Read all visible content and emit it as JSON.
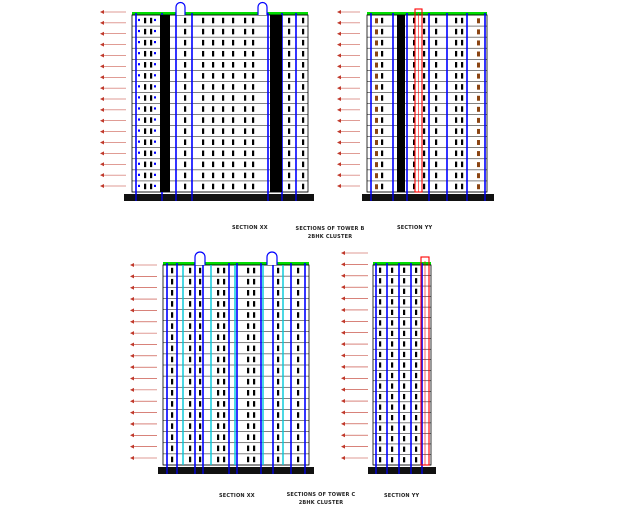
{
  "sheet": {
    "top_group": {
      "caption_xx": "SECTION XX",
      "title_line1": "SECTIONS OF TOWER B",
      "title_line2": "2BHK CLUSTER",
      "caption_yy": "SECTION YY"
    },
    "bottom_group": {
      "caption_xx": "SECTION XX",
      "title_line1": "SECTIONS OF TOWER C",
      "title_line2": "2BHK CLUSTER",
      "caption_yy": "SECTION YY"
    }
  },
  "colors": {
    "structure": "#0000ff",
    "roof": "#00dd00",
    "core_fill": "#000000",
    "lift_shaft": "#ff0000",
    "level_marker": "#c0392b",
    "base": "#111111",
    "accent_cyan": "#00c8d8",
    "balcony": "#8b4513"
  },
  "icons": {
    "level_marker": "level-marker-icon"
  }
}
